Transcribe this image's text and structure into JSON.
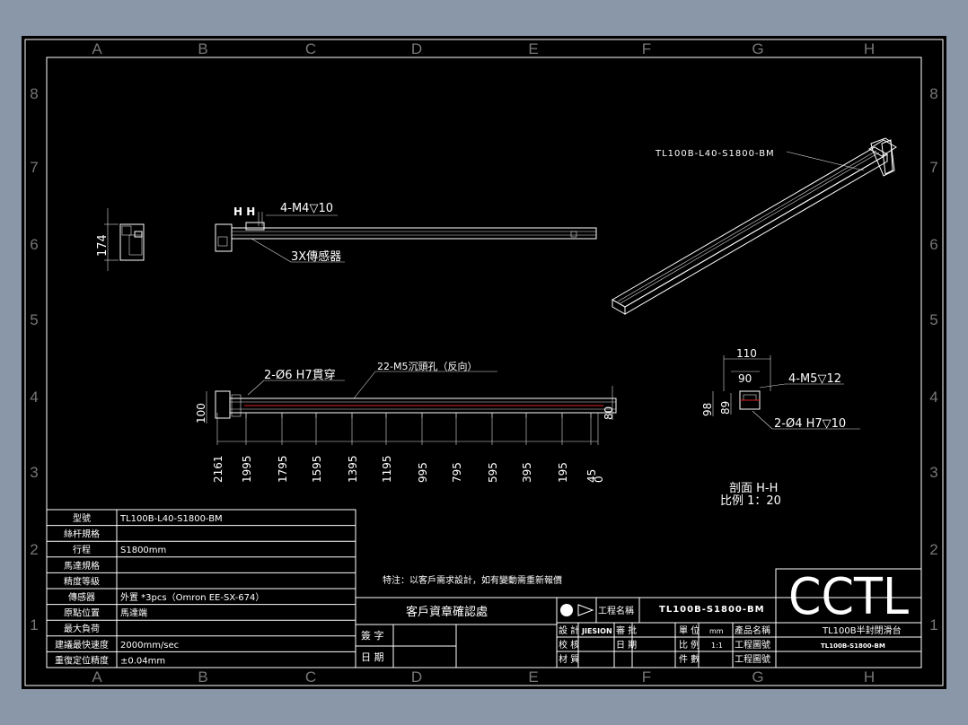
{
  "zones": {
    "columns": [
      "A",
      "B",
      "C",
      "D",
      "E",
      "F",
      "G",
      "H"
    ],
    "rows": [
      "8",
      "7",
      "6",
      "5",
      "4",
      "3",
      "2",
      "1"
    ]
  },
  "views": {
    "iso_label": "TL100B-L40-S1800-BM",
    "front": {
      "h_marks": "H H",
      "tapped_holes": "4-M4▽10",
      "sensor_note": "3X傳感器"
    },
    "end_dim": "174",
    "bottom": {
      "thru_holes": "2-Ø6 H7貫穿",
      "cbore_holes": "22-M5沉頭孔（反向）",
      "dim_height": "100",
      "dim_right": "80",
      "positions": [
        "2161",
        "1995",
        "1795",
        "1595",
        "1395",
        "1195",
        "995",
        "795",
        "595",
        "395",
        "195",
        "45",
        "0"
      ]
    },
    "section": {
      "dim_110": "110",
      "dim_90": "90",
      "dim_98": "98",
      "dim_89": "89",
      "tapped": "4-M5▽12",
      "pins": "2-Ø4 H7▽10",
      "title": "剖面 H-H",
      "scale": "比例 1：20"
    }
  },
  "note": "特注：以客戶需求設計，如有變動需重新報價",
  "spec_table": [
    {
      "label": "型號",
      "value": "TL100B-L40-S1800-BM"
    },
    {
      "label": "絲杆規格",
      "value": ""
    },
    {
      "label": "行程",
      "value": "S1800mm"
    },
    {
      "label": "馬達規格",
      "value": ""
    },
    {
      "label": "精度等級",
      "value": ""
    },
    {
      "label": "傳感器",
      "value": "外置 *3pcs（Omron EE-SX-674）"
    },
    {
      "label": "原點位置",
      "value": "馬達端"
    },
    {
      "label": "最大負荷",
      "value": ""
    },
    {
      "label": "建議最快速度",
      "value": "2000mm/sec"
    },
    {
      "label": "重復定位精度",
      "value": "±0.04mm"
    }
  ],
  "confirm": {
    "title": "客戶資章確認處",
    "sign": "簽 字",
    "date": "日 期"
  },
  "title_block": {
    "drawing_name_label": "工程名稱",
    "drawing_name": "TL100B-S1800-BM",
    "design_label": "設 計",
    "designer": "JIESION",
    "approve_label": "審 批",
    "check_label": "校 核",
    "date_label": "日 期",
    "material_label": "材 質",
    "unit_label": "單 位",
    "unit": "mm",
    "scale_label": "比 例",
    "scale": "1:1",
    "qty_label": "件 數",
    "product_label": "產品名稱",
    "product_name": "TL100B半封閉滑台",
    "drawing_no_label": "工程圖號",
    "drawing_no": "TL100B-S1800-BM",
    "drawing_no2_label": "工程圖號",
    "logo": "CCTL"
  }
}
